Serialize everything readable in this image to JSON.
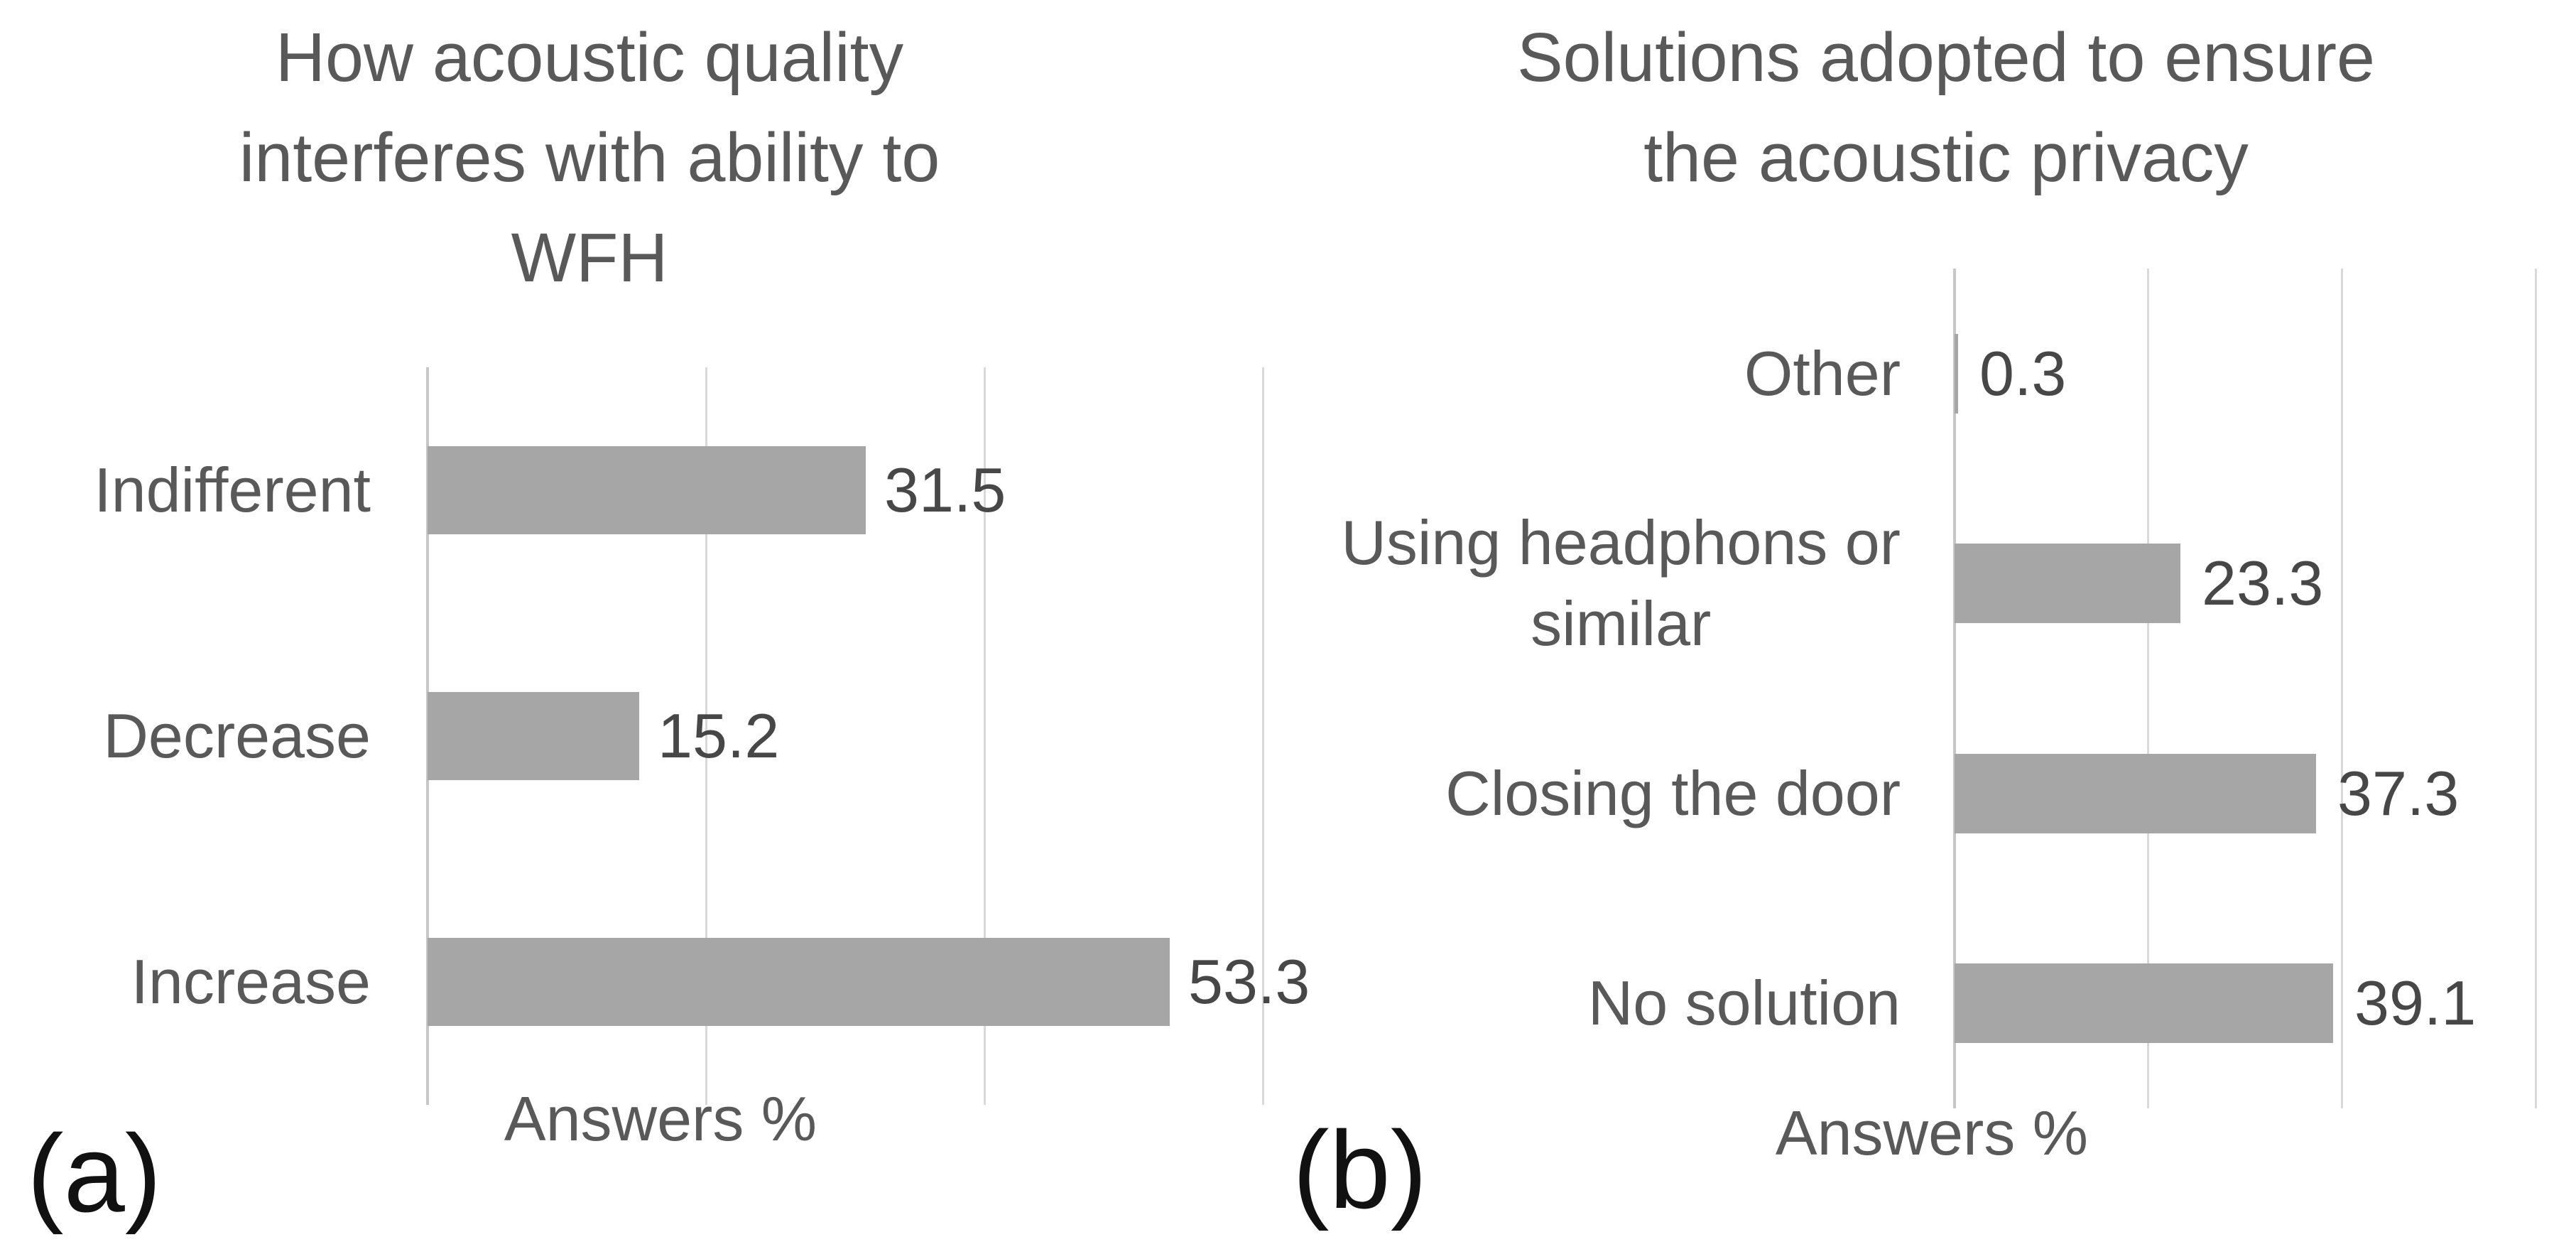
{
  "panel_labels": {
    "a": "(a)",
    "b": "(b)"
  },
  "colors": {
    "bar_color": "#a6a6a6",
    "gridline_color": "#d9d9d9",
    "axis_color": "#c6c6c6",
    "text_color": "#595959",
    "value_text_color": "#474747",
    "panel_label_color": "#111111"
  },
  "charts": [
    {
      "id": "a",
      "title_lines": [
        "How acoustic quality",
        "interferes with ability to",
        "WFH"
      ],
      "axis_title": "Answers %",
      "x_axis": {
        "min": 0,
        "max": 60,
        "gridline_step": 20
      },
      "bars": [
        {
          "label_lines": [
            "Indifferent"
          ],
          "value": 31.5,
          "value_label": "31.5"
        },
        {
          "label_lines": [
            "Decrease"
          ],
          "value": 15.2,
          "value_label": "15.2"
        },
        {
          "label_lines": [
            "Increase"
          ],
          "value": 53.3,
          "value_label": "53.3"
        }
      ]
    },
    {
      "id": "b",
      "title_lines": [
        "Solutions adopted to ensure",
        "the acoustic privacy"
      ],
      "axis_title": "Answers %",
      "x_axis": {
        "min": 0,
        "max": 60,
        "gridline_step": 20
      },
      "bars": [
        {
          "label_lines": [
            "Other"
          ],
          "value": 0.3,
          "value_label": "0.3"
        },
        {
          "label_lines": [
            "Using headphons or",
            "similar"
          ],
          "value": 23.3,
          "value_label": "23.3"
        },
        {
          "label_lines": [
            "Closing the door"
          ],
          "value": 37.3,
          "value_label": "37.3"
        },
        {
          "label_lines": [
            "No solution"
          ],
          "value": 39.1,
          "value_label": "39.1"
        }
      ]
    }
  ],
  "chart_data": [
    {
      "type": "bar",
      "orientation": "horizontal",
      "panel": "(a)",
      "title": "How acoustic quality interferes with ability to WFH",
      "xlabel": "Answers %",
      "categories": [
        "Indifferent",
        "Decrease",
        "Increase"
      ],
      "values": [
        31.5,
        15.2,
        53.3
      ],
      "xlim": [
        0,
        60
      ],
      "gridlines": "vertical, every 20 units, no tick labels",
      "legend": "none",
      "bar_color": "#a6a6a6"
    },
    {
      "type": "bar",
      "orientation": "horizontal",
      "panel": "(b)",
      "title": "Solutions adopted to ensure the acoustic privacy",
      "xlabel": "Answers %",
      "categories": [
        "Other",
        "Using headphons or similar",
        "Closing the door",
        "No solution"
      ],
      "values": [
        0.3,
        23.3,
        37.3,
        39.1
      ],
      "xlim": [
        0,
        60
      ],
      "gridlines": "vertical, every 20 units, no tick labels",
      "legend": "none",
      "bar_color": "#a6a6a6"
    }
  ]
}
